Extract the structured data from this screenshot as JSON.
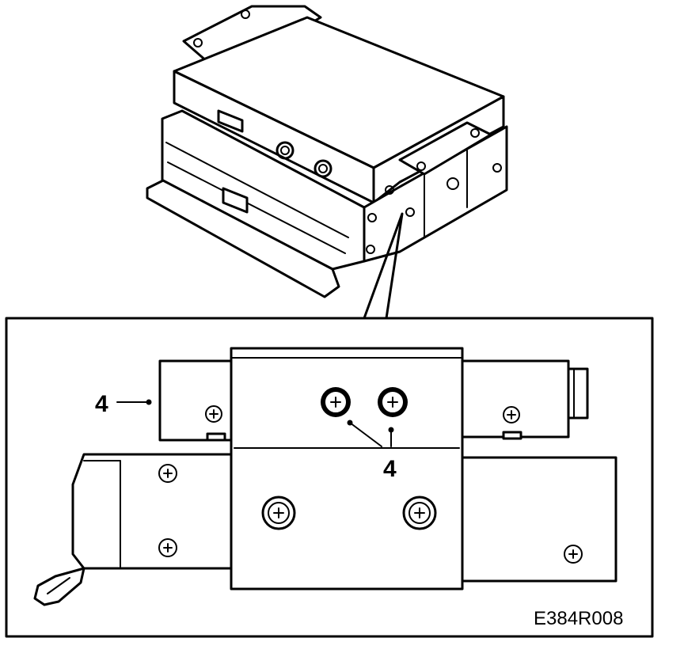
{
  "figure": {
    "labels": {
      "fastener_left": "4",
      "fastener_bottom": "4"
    },
    "drawing_code": "E384R008",
    "line_color": "#000000",
    "background": "#ffffff"
  }
}
